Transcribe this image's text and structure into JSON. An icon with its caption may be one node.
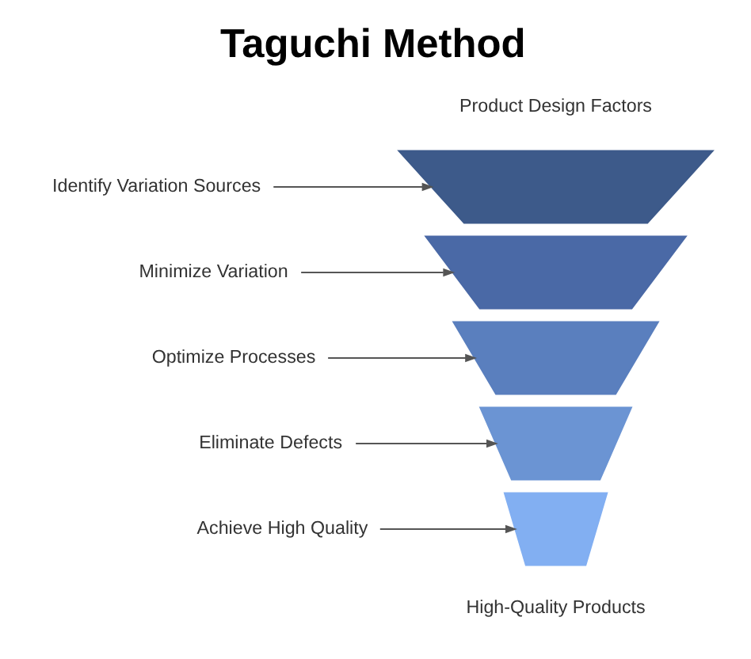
{
  "diagram": {
    "title": "Taguchi Method",
    "nodes": [
      {
        "text": [],
        "shape": "band"
      },
      {
        "text": [],
        "shape": "band"
      },
      {
        "text": [],
        "shape": "band"
      },
      {
        "text": [],
        "shape": "band"
      },
      {
        "text": [],
        "shape": "band"
      },
      {
        "text": [
          "Identify Variation Sources"
        ]
      },
      {
        "text": [
          "Minimize Variation"
        ]
      },
      {
        "text": [
          "Optimize Processes"
        ]
      },
      {
        "text": [
          "Eliminate Defects"
        ]
      },
      {
        "text": [
          "Achieve High Quality"
        ]
      }
    ],
    "edges": [
      {
        "from": 5,
        "to": 0,
        "arrow": "to"
      },
      {
        "from": 6,
        "to": 1,
        "arrow": "to"
      },
      {
        "from": 7,
        "to": 2,
        "arrow": "to"
      },
      {
        "from": 8,
        "to": 3,
        "arrow": "to"
      },
      {
        "from": 9,
        "to": 4,
        "arrow": "to"
      }
    ],
    "labels": [
      "Product Design Factors",
      "High-Quality Products"
    ]
  }
}
